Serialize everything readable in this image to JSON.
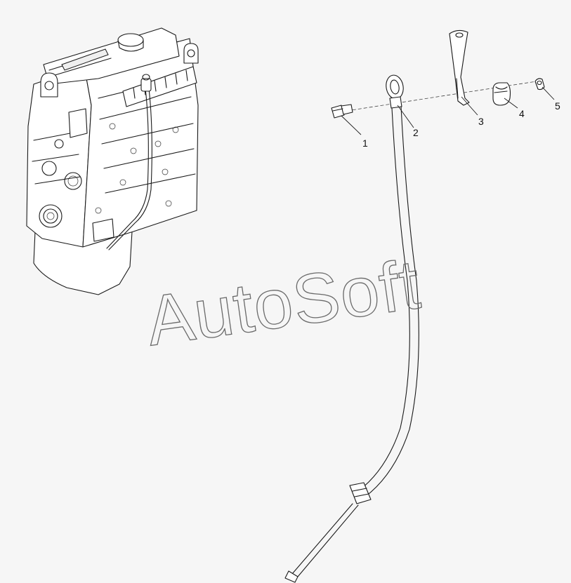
{
  "watermark": "AutoSoft",
  "callouts": [
    "1",
    "2",
    "3",
    "4",
    "5"
  ],
  "icons": [
    "engine-block",
    "dipstick-tube",
    "bolt",
    "bracket",
    "clip",
    "nut"
  ],
  "colors": {
    "background": "#f6f6f6",
    "line": "#1a1a1a",
    "watermark": "#6a6a6a"
  }
}
